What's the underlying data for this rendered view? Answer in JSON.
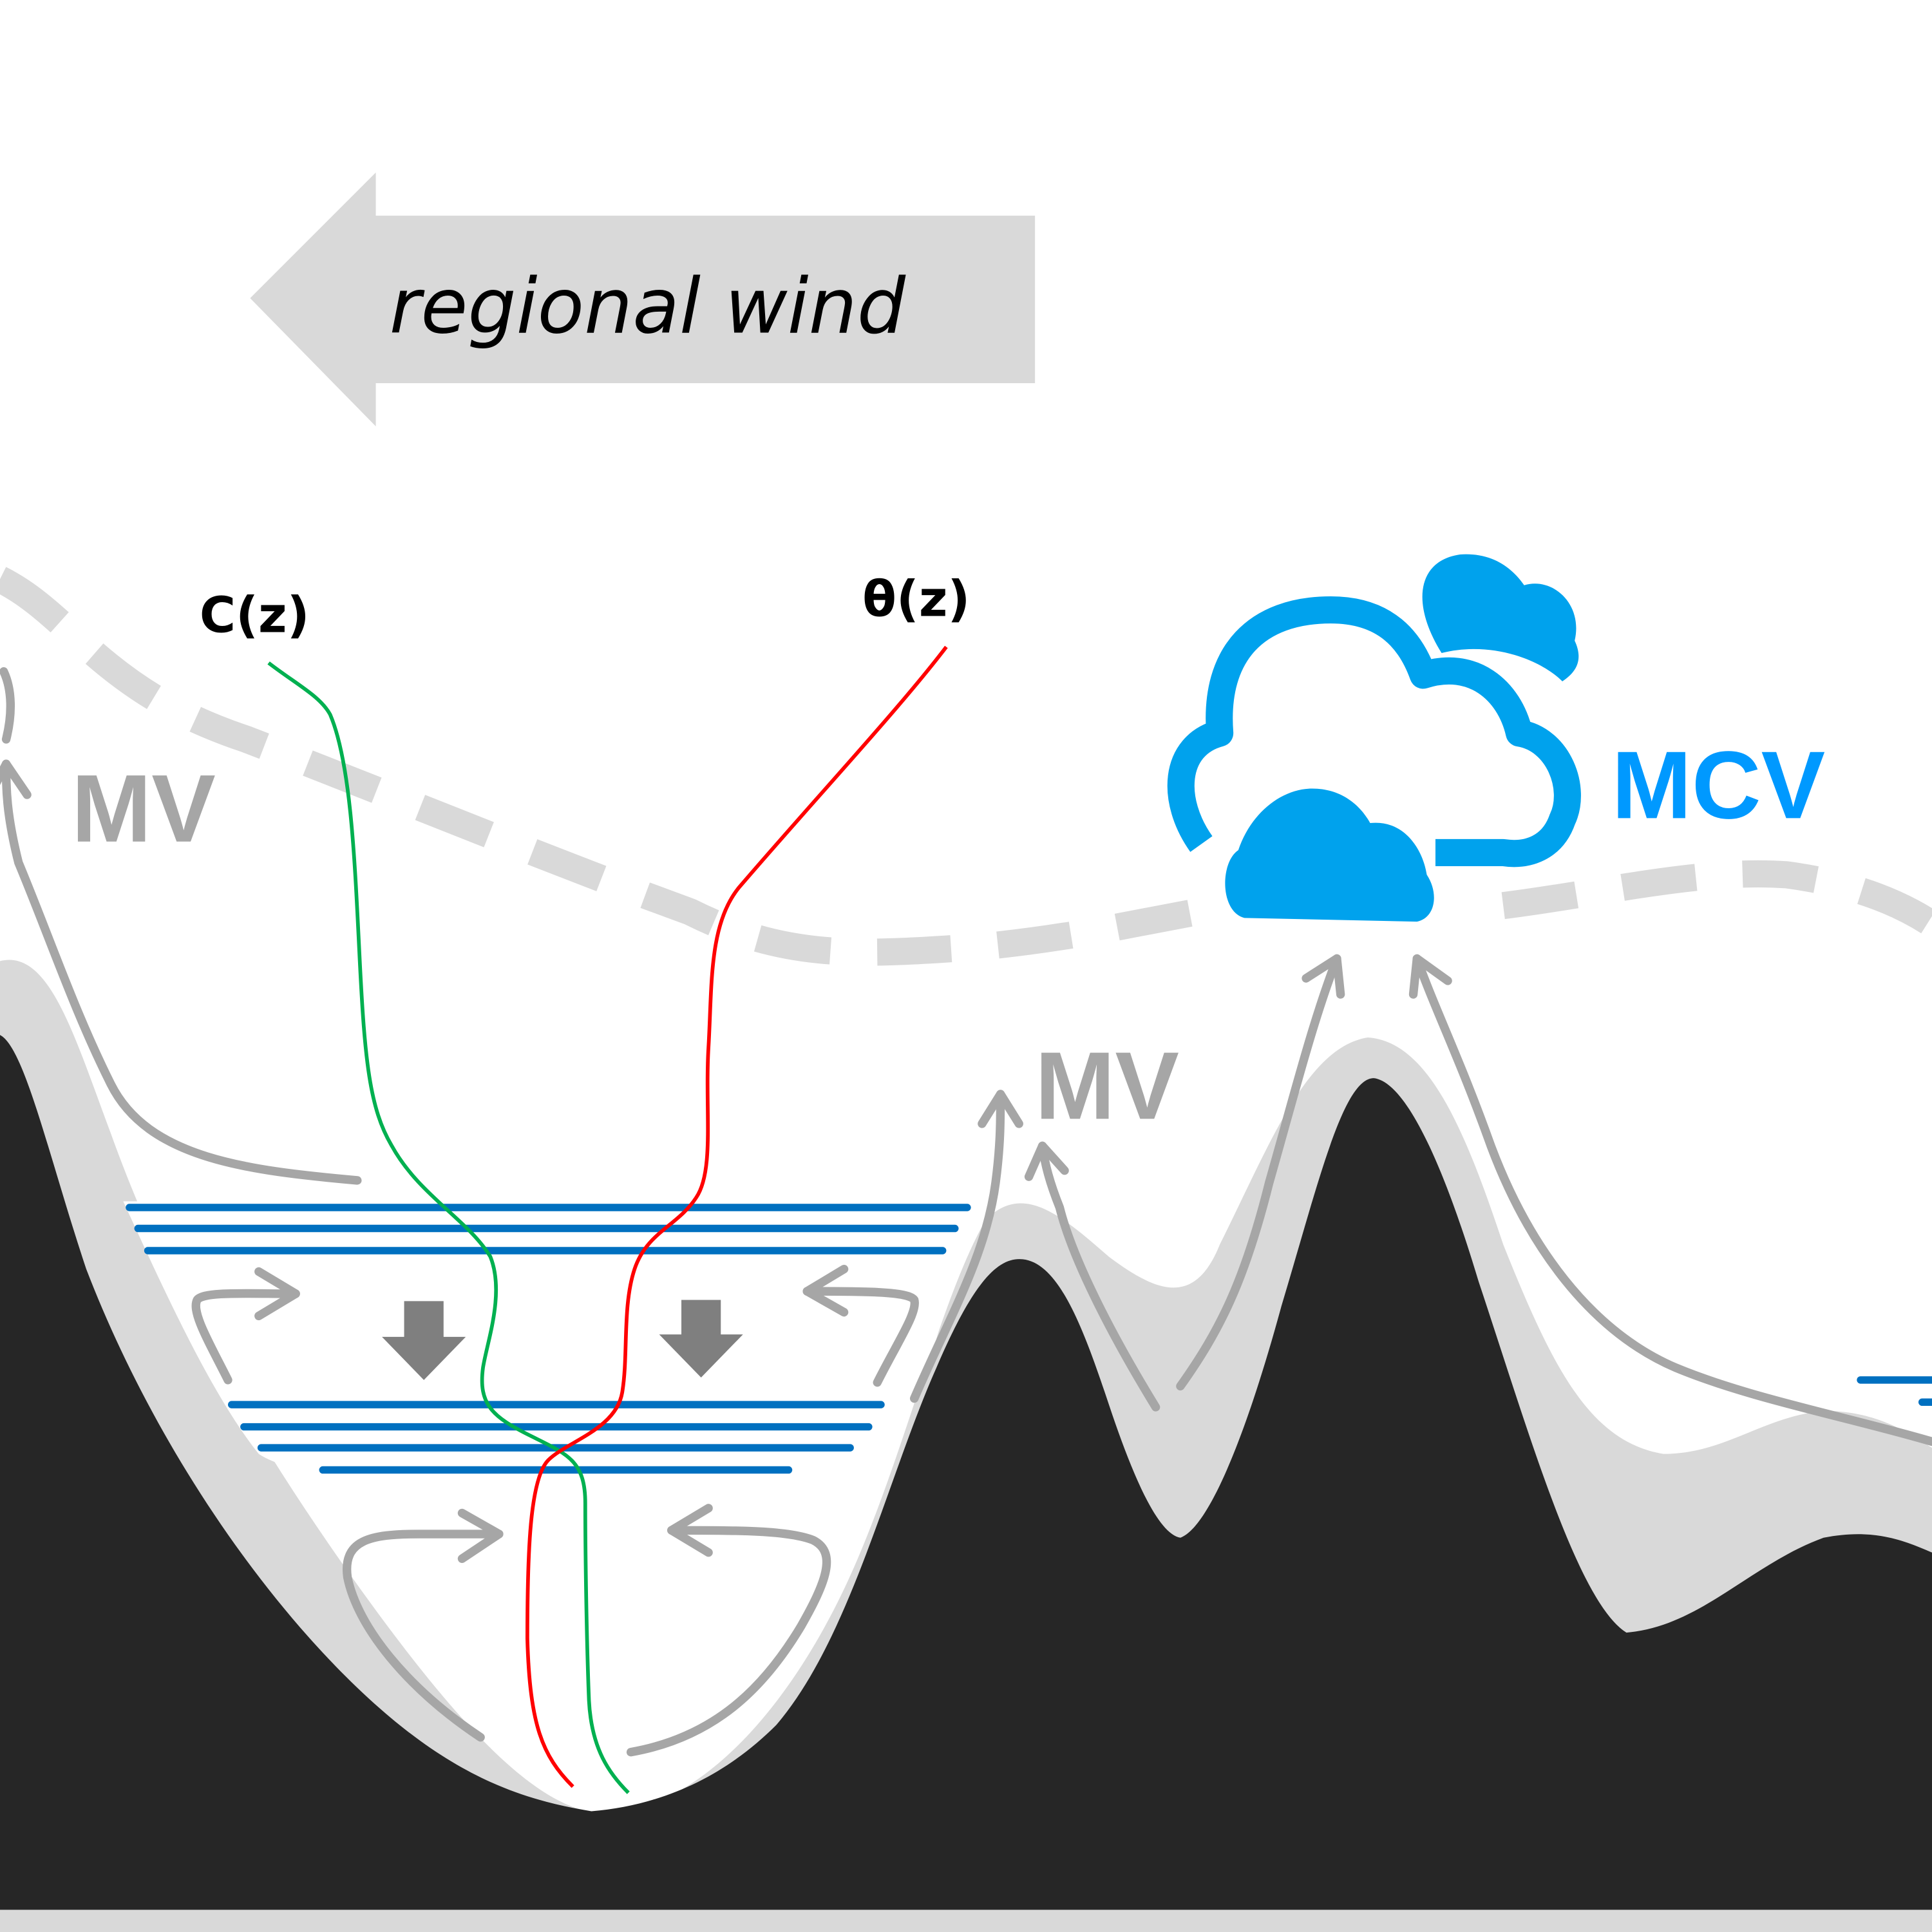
{
  "title": "Valley cold pool and mountain venting schematic",
  "labels": {
    "regional_wind": "regional wind",
    "concentration_profile": "C(z)",
    "theta_profile": "θ(z)",
    "mountain_venting_left": "MV",
    "mountain_venting_center": "MV",
    "moist_convection_venting": "MCV"
  },
  "icons": {
    "wind_arrow": "left-arrow",
    "cloud": "cloud-cluster-icon",
    "subsidence": "down-arrow"
  },
  "colors": {
    "terrain": "#262626",
    "boundary_layer": "#d9d9d9",
    "dashed_bl_top": "#d9d9d9",
    "flow_arrows": "#a6a6a6",
    "subsidence_arrows": "#7f7f7f",
    "inversion_lines": "#0070c0",
    "concentration_profile": "#00b050",
    "theta_profile": "#ff0000",
    "cloud": "#00a2ed",
    "mcv_text": "#0099ff",
    "background": "#ffffff"
  }
}
